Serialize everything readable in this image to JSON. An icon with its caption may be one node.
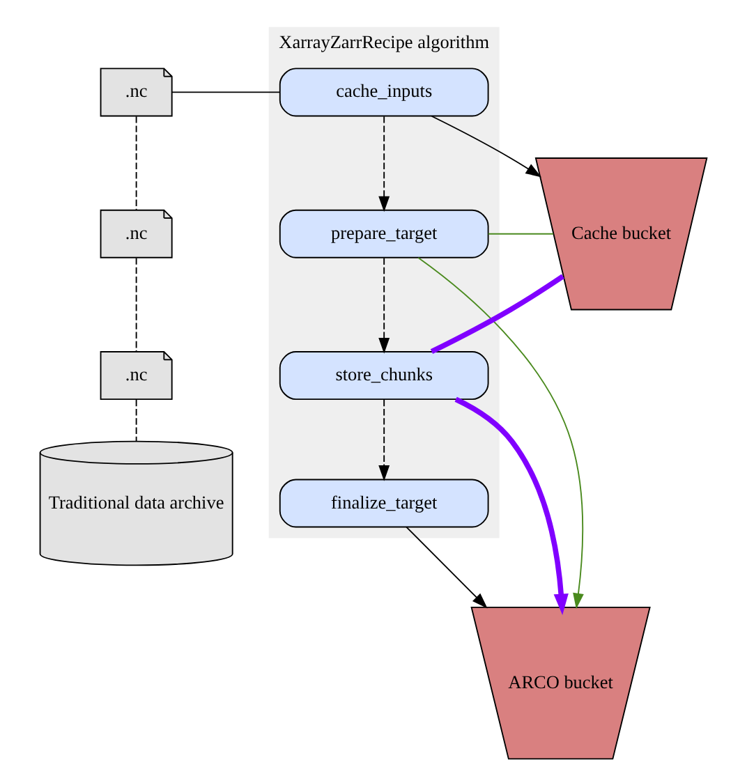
{
  "diagram": {
    "nodes": [
      {
        "text": [
          "XarrayZarrRecipe algorithm"
        ]
      },
      {
        "text": [
          "cache_inputs"
        ],
        "in": 0
      },
      {
        "text": [
          "prepare_target"
        ],
        "in": 0
      },
      {
        "text": [
          "store_chunks"
        ],
        "in": 0
      },
      {
        "text": [
          "finalize_target"
        ],
        "in": 0
      },
      {
        "text": [
          ".nc"
        ]
      },
      {
        "text": [
          ".nc"
        ]
      },
      {
        "text": [
          ".nc"
        ]
      },
      {
        "text": [
          "Traditional data archive"
        ]
      },
      {
        "text": [
          "Cache bucket"
        ]
      },
      {
        "text": [
          "ARCO bucket"
        ]
      }
    ],
    "edges": [
      {
        "from": 5,
        "to": 1,
        "arrow": "none"
      },
      {
        "from": 5,
        "to": 6,
        "arrow": "none",
        "style": "dashed"
      },
      {
        "from": 6,
        "to": 7,
        "arrow": "none",
        "style": "dashed"
      },
      {
        "from": 7,
        "to": 8,
        "arrow": "none",
        "style": "dashed"
      },
      {
        "from": 1,
        "to": 2,
        "arrow": "to",
        "style": "dashed"
      },
      {
        "from": 2,
        "to": 3,
        "arrow": "to",
        "style": "dashed"
      },
      {
        "from": 3,
        "to": 4,
        "arrow": "to",
        "style": "dashed"
      },
      {
        "from": 1,
        "to": 9,
        "arrow": "to"
      },
      {
        "from": 2,
        "to": 9,
        "arrow": "none",
        "color": "#4a8a1e"
      },
      {
        "from": 2,
        "to": 10,
        "arrow": "to",
        "color": "#4a8a1e"
      },
      {
        "from": 3,
        "to": 9,
        "arrow": "none",
        "style": "thick",
        "color": "#8000ff"
      },
      {
        "from": 3,
        "to": 10,
        "arrow": "to",
        "style": "thick",
        "color": "#8000ff"
      },
      {
        "from": 4,
        "to": 10,
        "arrow": "to"
      }
    ]
  }
}
